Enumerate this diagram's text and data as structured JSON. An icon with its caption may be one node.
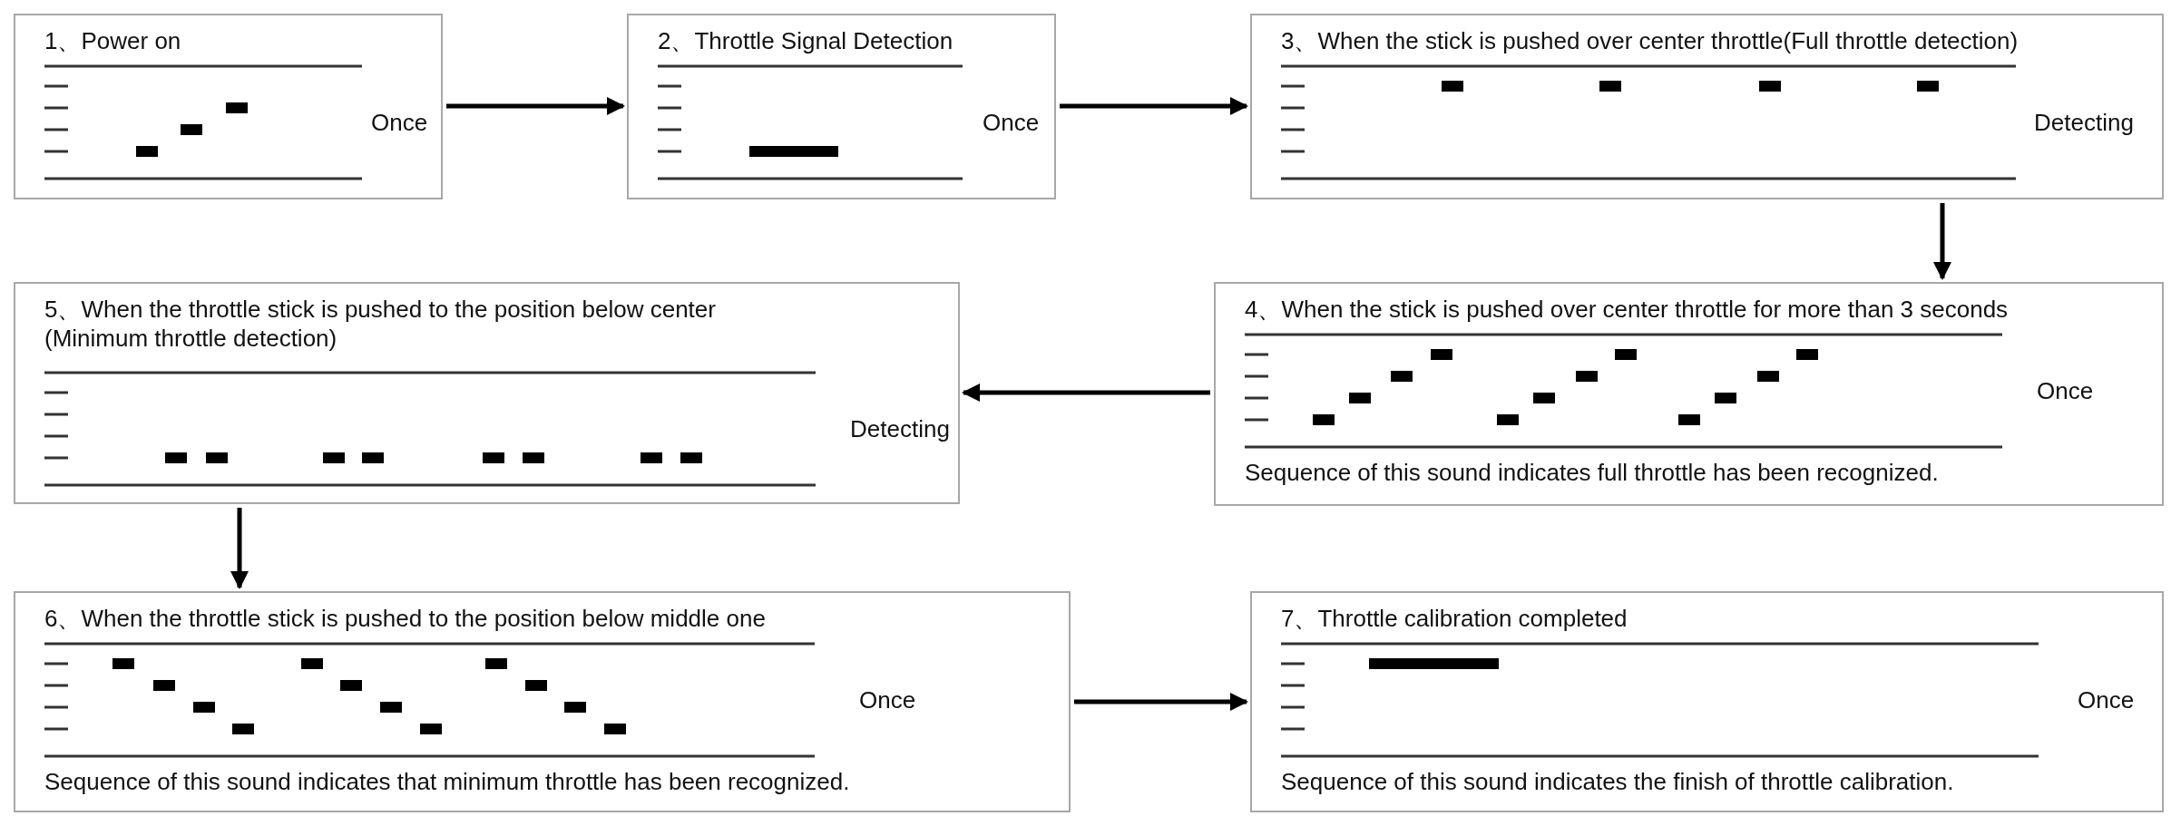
{
  "diagram": {
    "nodes": [
      {
        "text": [
          "1、Power on",
          "Once"
        ]
      },
      {
        "text": [
          "2、Throttle Signal Detection",
          "Once"
        ]
      },
      {
        "text": [
          "3、When the stick is pushed over center throttle(Full throttle detection)",
          "Detecting"
        ]
      },
      {
        "text": [
          "4、When the stick is pushed over center throttle for more than 3 seconds",
          "Once",
          "Sequence of this sound indicates full throttle has been recognized."
        ]
      },
      {
        "text": [
          "5、When the throttle stick is pushed to the position below center (Minimum throttle detection)",
          "Detecting"
        ]
      },
      {
        "text": [
          "6、When the throttle stick is pushed to the position below middle one",
          "Once",
          "Sequence of this sound indicates that minimum throttle has been recognized."
        ]
      },
      {
        "text": [
          "7、Throttle calibration completed",
          "Once",
          "Sequence of this sound indicates the finish of throttle calibration."
        ]
      }
    ],
    "edges": [
      {
        "from": 0,
        "to": 1,
        "arrow": "to"
      },
      {
        "from": 1,
        "to": 2,
        "arrow": "to"
      },
      {
        "from": 2,
        "to": 3,
        "arrow": "to"
      },
      {
        "from": 3,
        "to": 4,
        "arrow": "to"
      },
      {
        "from": 4,
        "to": 5,
        "arrow": "to"
      },
      {
        "from": 5,
        "to": 6,
        "arrow": "to"
      }
    ]
  }
}
